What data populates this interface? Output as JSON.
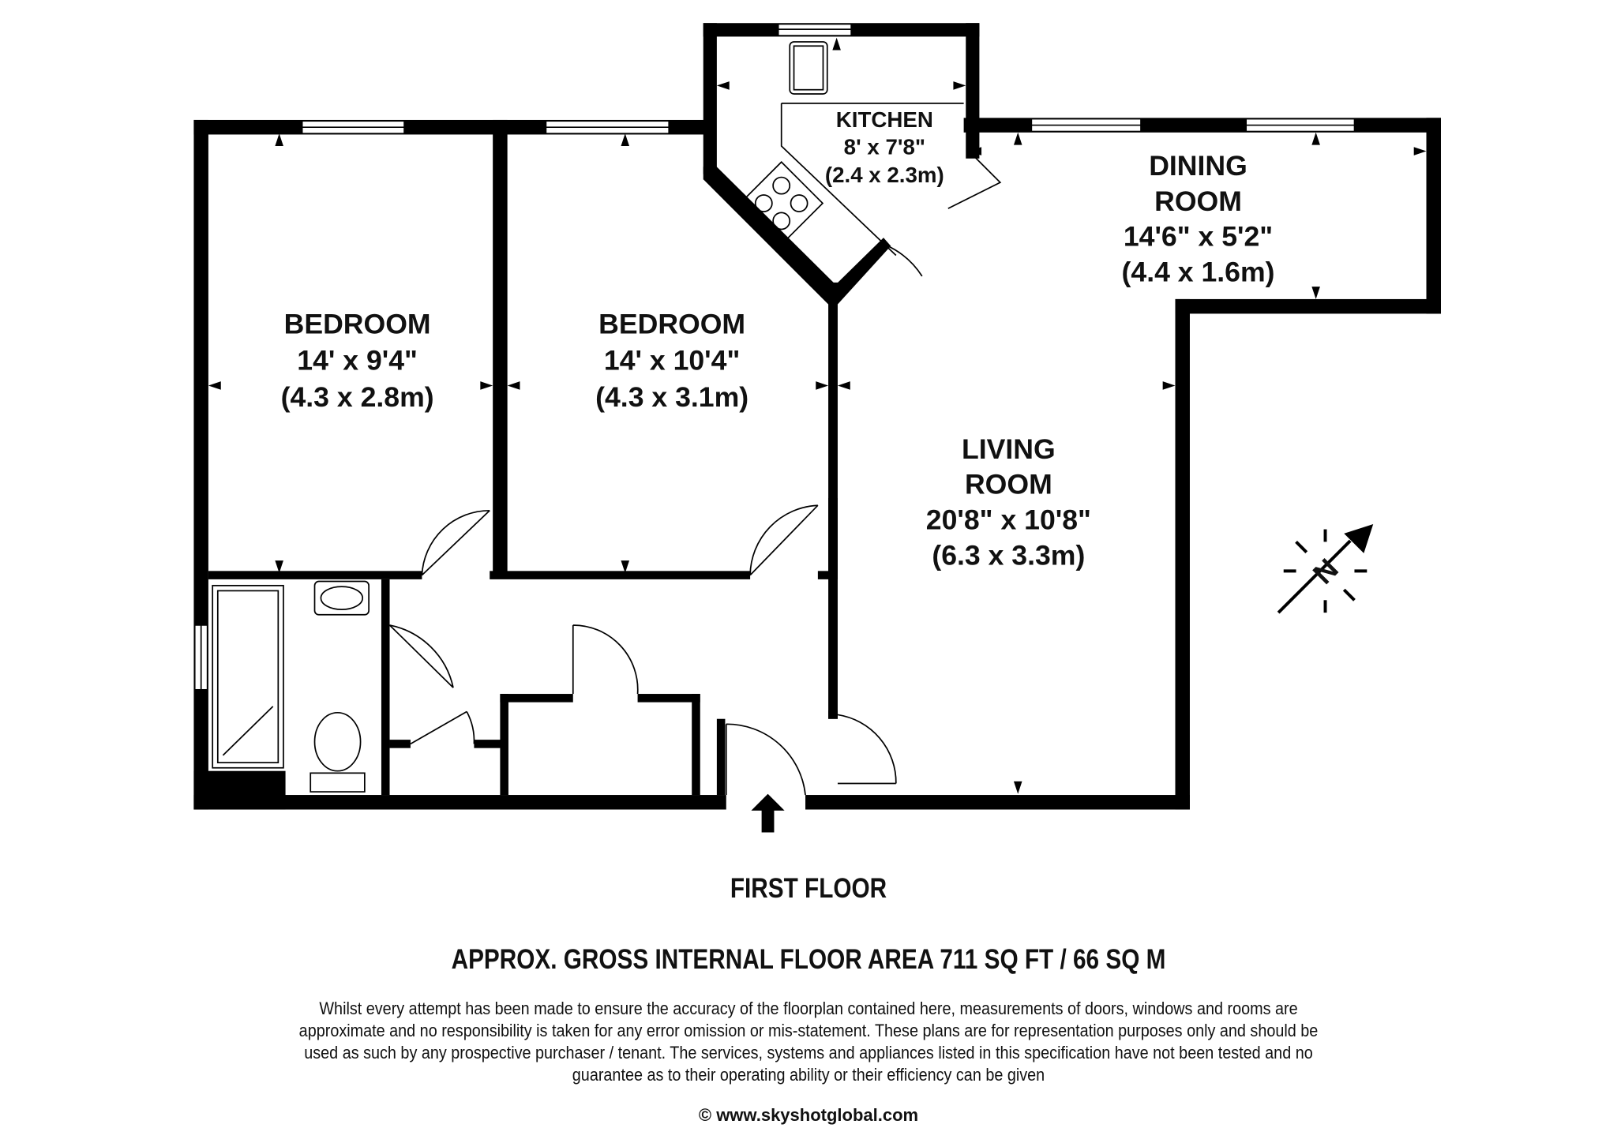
{
  "rooms": [
    {
      "name": "BEDROOM",
      "imperial": "14' x 9'4\"",
      "metric": "(4.3 x 2.8m)"
    },
    {
      "name": "BEDROOM",
      "imperial": "14' x 10'4\"",
      "metric": "(4.3 x 3.1m)"
    },
    {
      "name": "KITCHEN",
      "imperial": "8' x 7'8\"",
      "metric": "(2.4 x 2.3m)"
    },
    {
      "name_line1": "DINING",
      "name_line2": "ROOM",
      "imperial": "14'6\" x 5'2\"",
      "metric": "(4.4 x 1.6m)"
    },
    {
      "name_line1": "LIVING",
      "name_line2": "ROOM",
      "imperial": "20'8\" x 10'8\"",
      "metric": "(6.3 x 3.3m)"
    }
  ],
  "compass": {
    "letter": "N"
  },
  "floor_title": "FIRST FLOOR",
  "area": "APPROX. GROSS INTERNAL FLOOR AREA 711 SQ FT / 66 SQ M",
  "disclaimer": "Whilst every attempt has been made to ensure the accuracy of the floorplan contained here, measurements of doors, windows and rooms are approximate and no responsibility is taken for any error omission or mis-statement. These plans are for representation purposes only and should  be used as such by any prospective purchaser / tenant. The services, systems and appliances listed in this specification have not been tested and no guarantee as to their operating ability or their efficiency can be given",
  "copyright": "© www.skyshotglobal.com"
}
